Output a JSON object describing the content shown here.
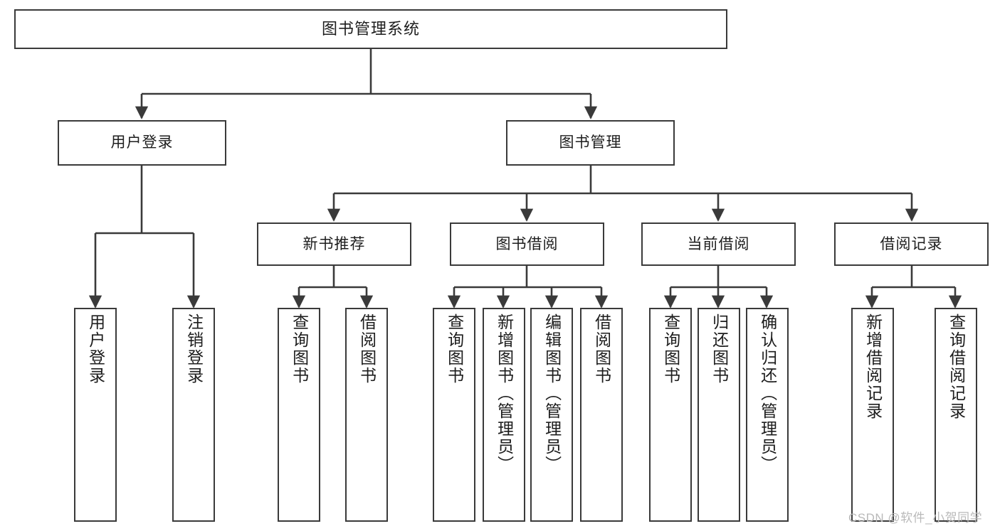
{
  "diagram": {
    "type": "tree",
    "title": "图书管理系统",
    "orientation": "top-down",
    "line_color": "#3a3a3a",
    "box_fill": "#ffffff",
    "text_color": "#1d1d1d",
    "nodes": {
      "root": {
        "label": "图书管理系统"
      },
      "level2": [
        {
          "label": "用户登录"
        },
        {
          "label": "图书管理"
        }
      ],
      "level3": [
        {
          "label": "新书推荐"
        },
        {
          "label": "图书借阅"
        },
        {
          "label": "当前借阅"
        },
        {
          "label": "借阅记录"
        }
      ],
      "leaves": {
        "user_login": [
          {
            "label": "用户登录"
          },
          {
            "label": "注销登录"
          }
        ],
        "new_book": [
          {
            "label": "查询图书"
          },
          {
            "label": "借阅图书"
          }
        ],
        "book_borrow": [
          {
            "label": "查询图书"
          },
          {
            "label": "新增图书（管理员）"
          },
          {
            "label": "编辑图书（管理员）"
          },
          {
            "label": "借阅图书"
          }
        ],
        "current_borrow": [
          {
            "label": "查询图书"
          },
          {
            "label": "归还图书"
          },
          {
            "label": "确认归还（管理员）"
          }
        ],
        "borrow_record": [
          {
            "label": "新增借阅记录"
          },
          {
            "label": "查询借阅记录"
          }
        ]
      }
    }
  },
  "watermark": {
    "text": "CSDN @软件_小贺同学"
  }
}
